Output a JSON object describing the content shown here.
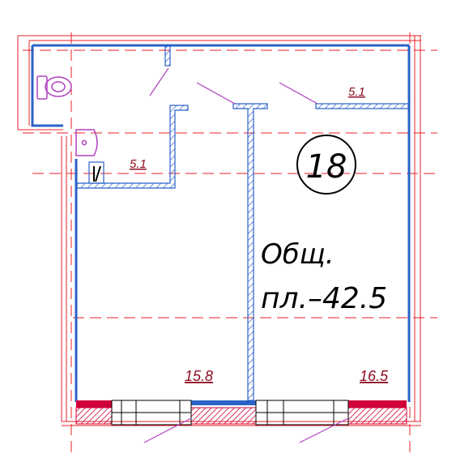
{
  "plan": {
    "apartment_number": "18",
    "total_area_line1": "Общ.",
    "total_area_line2": "пл.–42.5",
    "rooms": {
      "bathroom": "5.1",
      "hallway": "5.1",
      "room_left": "15.8",
      "room_right": "16.5"
    }
  },
  "colors": {
    "wall": "#2a62c8",
    "axis": "#e8202a",
    "window": "#d0003a",
    "fixture": "#b040c0",
    "label": "#8b0a1e"
  }
}
